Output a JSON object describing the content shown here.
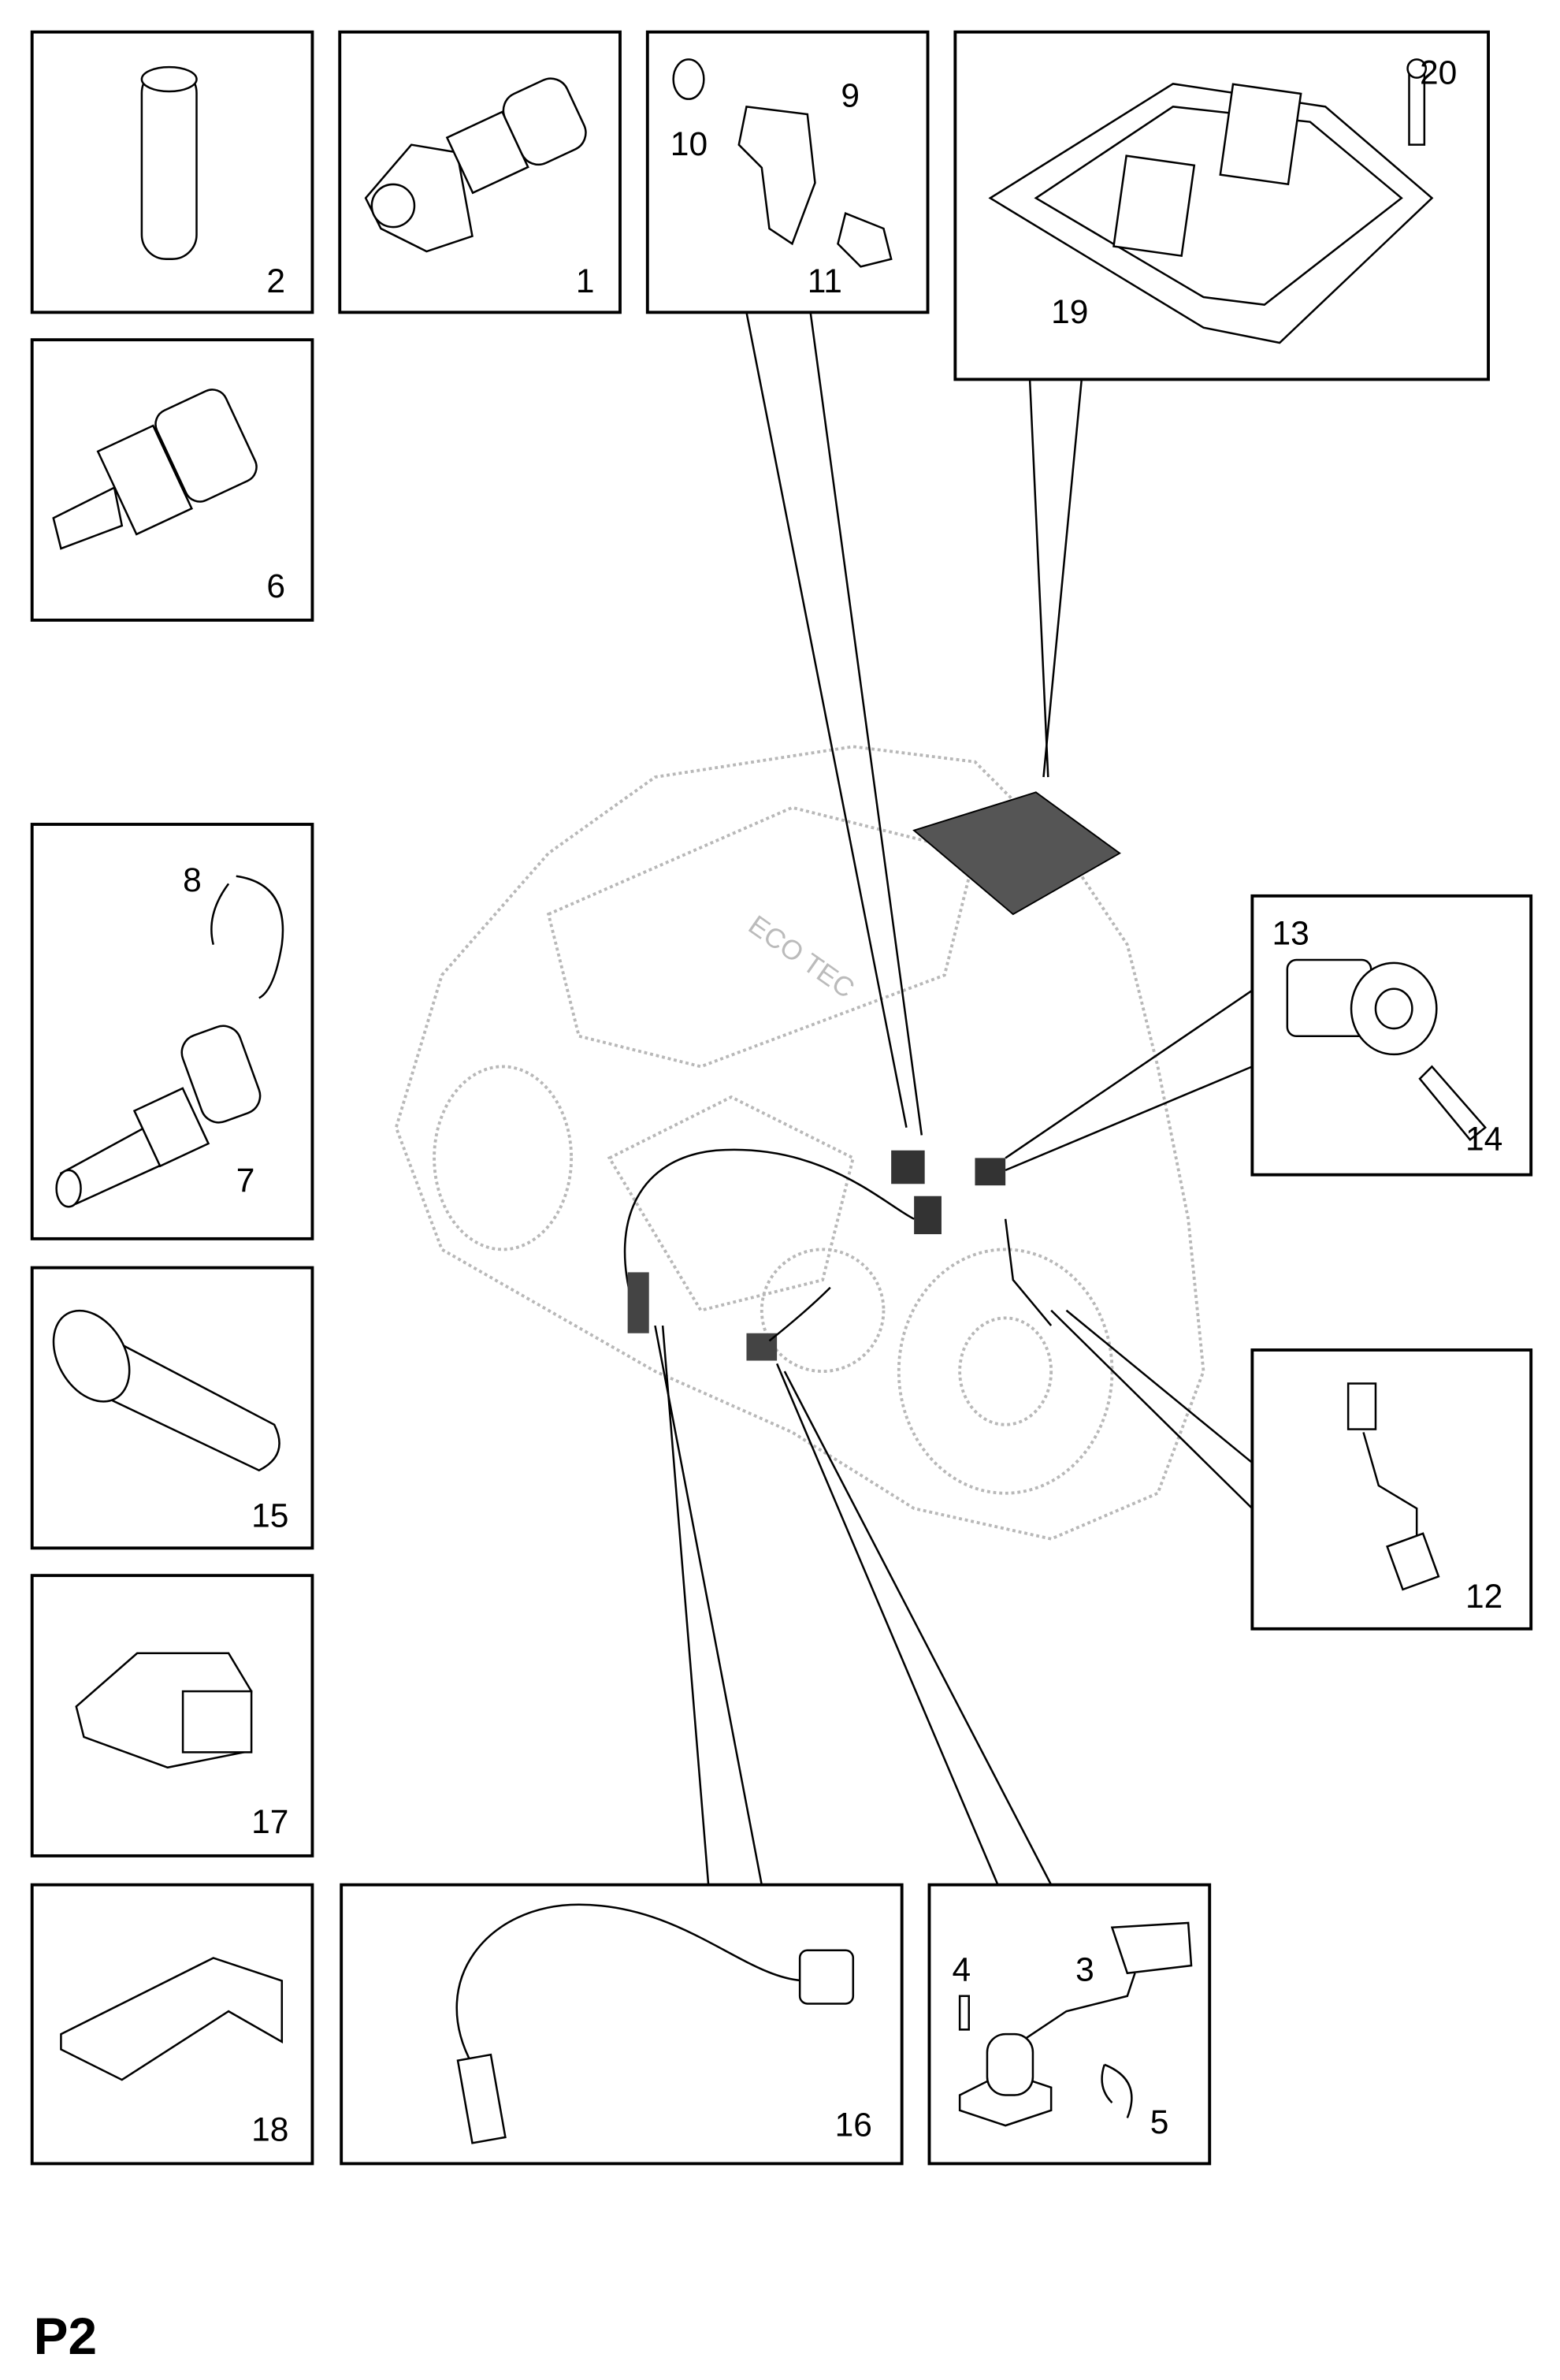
{
  "page_label": "P2",
  "callouts": {
    "c1": "1",
    "c2": "2",
    "c3": "3",
    "c4": "4",
    "c5": "5",
    "c6": "6",
    "c7": "7",
    "c8": "8",
    "c9": "9",
    "c10": "10",
    "c11": "11",
    "c12": "12",
    "c13": "13",
    "c14": "14",
    "c15": "15",
    "c16": "16",
    "c17": "17",
    "c18": "18",
    "c19": "19",
    "c20": "20"
  },
  "logo_text": "ECO TEC"
}
